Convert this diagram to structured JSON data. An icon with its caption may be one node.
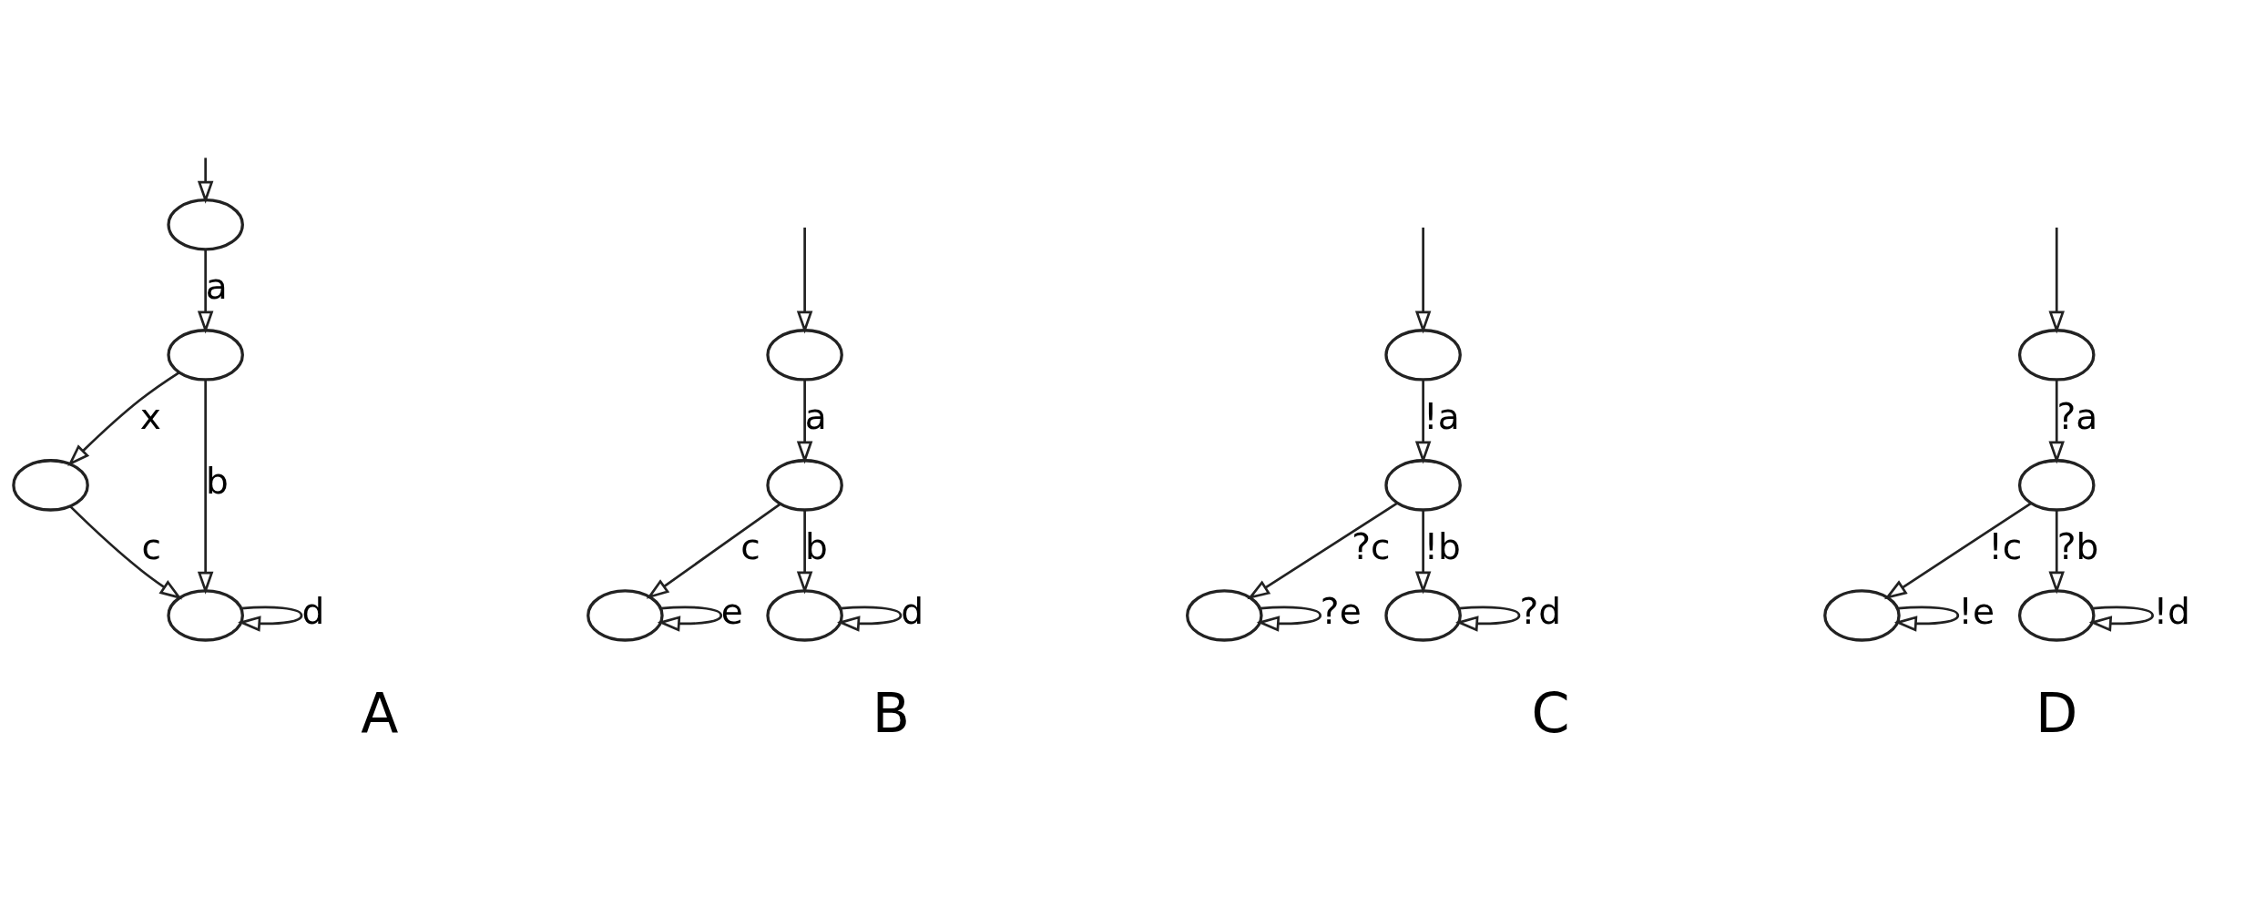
{
  "diagram": {
    "nodes": [
      {
        "text": [],
        "shape": "ellipse"
      },
      {
        "text": [],
        "shape": "ellipse"
      },
      {
        "text": [],
        "shape": "ellipse"
      },
      {
        "text": [],
        "shape": "ellipse"
      },
      {
        "text": [],
        "shape": "ellipse"
      },
      {
        "text": [],
        "shape": "ellipse"
      },
      {
        "text": [],
        "shape": "ellipse"
      },
      {
        "text": [],
        "shape": "ellipse"
      },
      {
        "text": [],
        "shape": "ellipse"
      },
      {
        "text": [],
        "shape": "ellipse"
      },
      {
        "text": [],
        "shape": "ellipse"
      },
      {
        "text": [],
        "shape": "ellipse"
      },
      {
        "text": [],
        "shape": "ellipse"
      },
      {
        "text": [],
        "shape": "ellipse"
      },
      {
        "text": [],
        "shape": "ellipse"
      },
      {
        "text": [],
        "shape": "ellipse"
      }
    ],
    "edges": [
      {
        "from": null,
        "to": 0,
        "arrow": "to"
      },
      {
        "from": 0,
        "to": 1,
        "label": "a",
        "arrow": "to"
      },
      {
        "from": 1,
        "to": 2,
        "label": "x",
        "arrow": "to"
      },
      {
        "from": 1,
        "to": 3,
        "label": "b",
        "arrow": "to"
      },
      {
        "from": 2,
        "to": 3,
        "label": "c",
        "arrow": "to"
      },
      {
        "from": 3,
        "to": 3,
        "label": "d",
        "arrow": "to"
      },
      {
        "from": null,
        "to": 4,
        "arrow": "to"
      },
      {
        "from": 4,
        "to": 5,
        "label": "a",
        "arrow": "to"
      },
      {
        "from": 5,
        "to": 6,
        "label": "c",
        "arrow": "to"
      },
      {
        "from": 5,
        "to": 7,
        "label": "b",
        "arrow": "to"
      },
      {
        "from": 6,
        "to": 6,
        "label": "e",
        "arrow": "to"
      },
      {
        "from": 7,
        "to": 7,
        "label": "d",
        "arrow": "to"
      },
      {
        "from": null,
        "to": 8,
        "arrow": "to"
      },
      {
        "from": 8,
        "to": 9,
        "label": "!a",
        "arrow": "to"
      },
      {
        "from": 9,
        "to": 10,
        "label": "?c",
        "arrow": "to"
      },
      {
        "from": 9,
        "to": 11,
        "label": "!b",
        "arrow": "to"
      },
      {
        "from": 10,
        "to": 10,
        "label": "?e",
        "arrow": "to"
      },
      {
        "from": 11,
        "to": 11,
        "label": "?d",
        "arrow": "to"
      },
      {
        "from": null,
        "to": 12,
        "arrow": "to"
      },
      {
        "from": 12,
        "to": 13,
        "label": "?a",
        "arrow": "to"
      },
      {
        "from": 13,
        "to": 14,
        "label": "!c",
        "arrow": "to"
      },
      {
        "from": 13,
        "to": 15,
        "label": "?b",
        "arrow": "to"
      },
      {
        "from": 14,
        "to": 14,
        "label": "!e",
        "arrow": "to"
      },
      {
        "from": 15,
        "to": 15,
        "label": "!d",
        "arrow": "to"
      }
    ],
    "labels": [
      "A",
      "B",
      "C",
      "D"
    ]
  }
}
